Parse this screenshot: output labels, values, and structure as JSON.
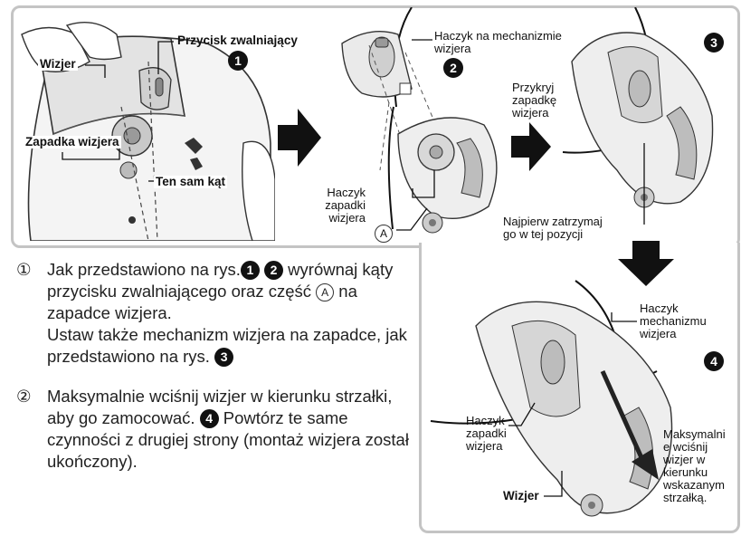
{
  "panel1": {
    "release_button": "Przycisk zwalniający",
    "badge": "1",
    "visor": "Wizjer",
    "visor_catch": "Zapadka wizjera",
    "same_angle": "Ten sam kąt"
  },
  "panel2": {
    "mech_hook": [
      "Haczyk na mechanizmie",
      "wizjera"
    ],
    "badge": "2",
    "catch_hook": [
      "Haczyk",
      "zapadki",
      "wizjera"
    ],
    "marker_a": "A"
  },
  "panel3": {
    "cover": [
      "Przykryj",
      "zapadkę",
      "wizjera"
    ],
    "badge": "3",
    "stop": [
      "Najpierw zatrzymaj",
      "go w tej pozycji"
    ]
  },
  "panel4": {
    "mech_hook": [
      "Haczyk",
      "mechanizmu",
      "wizjera"
    ],
    "badge": "4",
    "catch_hook": [
      "Haczyk",
      "zapadki",
      "wizjera"
    ],
    "visor": "Wizjer",
    "press": [
      "Maksymalni",
      "e wciśnij",
      "wizjer w",
      "kierunku",
      "wskazanym",
      "strzałką."
    ]
  },
  "steps": [
    {
      "num": "①",
      "parts": [
        "Jak przedstawiono na rys.",
        "1",
        "2",
        "wyrównaj kąty przycisku zwalniającego oraz część",
        "A",
        "na zapadce wizjera.",
        "Ustaw także mechanizm wizjera na zapadce, jak przedstawiono na rys.",
        "3"
      ]
    },
    {
      "num": "②",
      "parts": [
        "Maksymalnie wciśnij wizjer w kierunku strzałki, aby go zamocować.",
        "4",
        "Powtórz te same czynności z drugiej strony (montaż wizjera został ukończony)."
      ]
    }
  ]
}
